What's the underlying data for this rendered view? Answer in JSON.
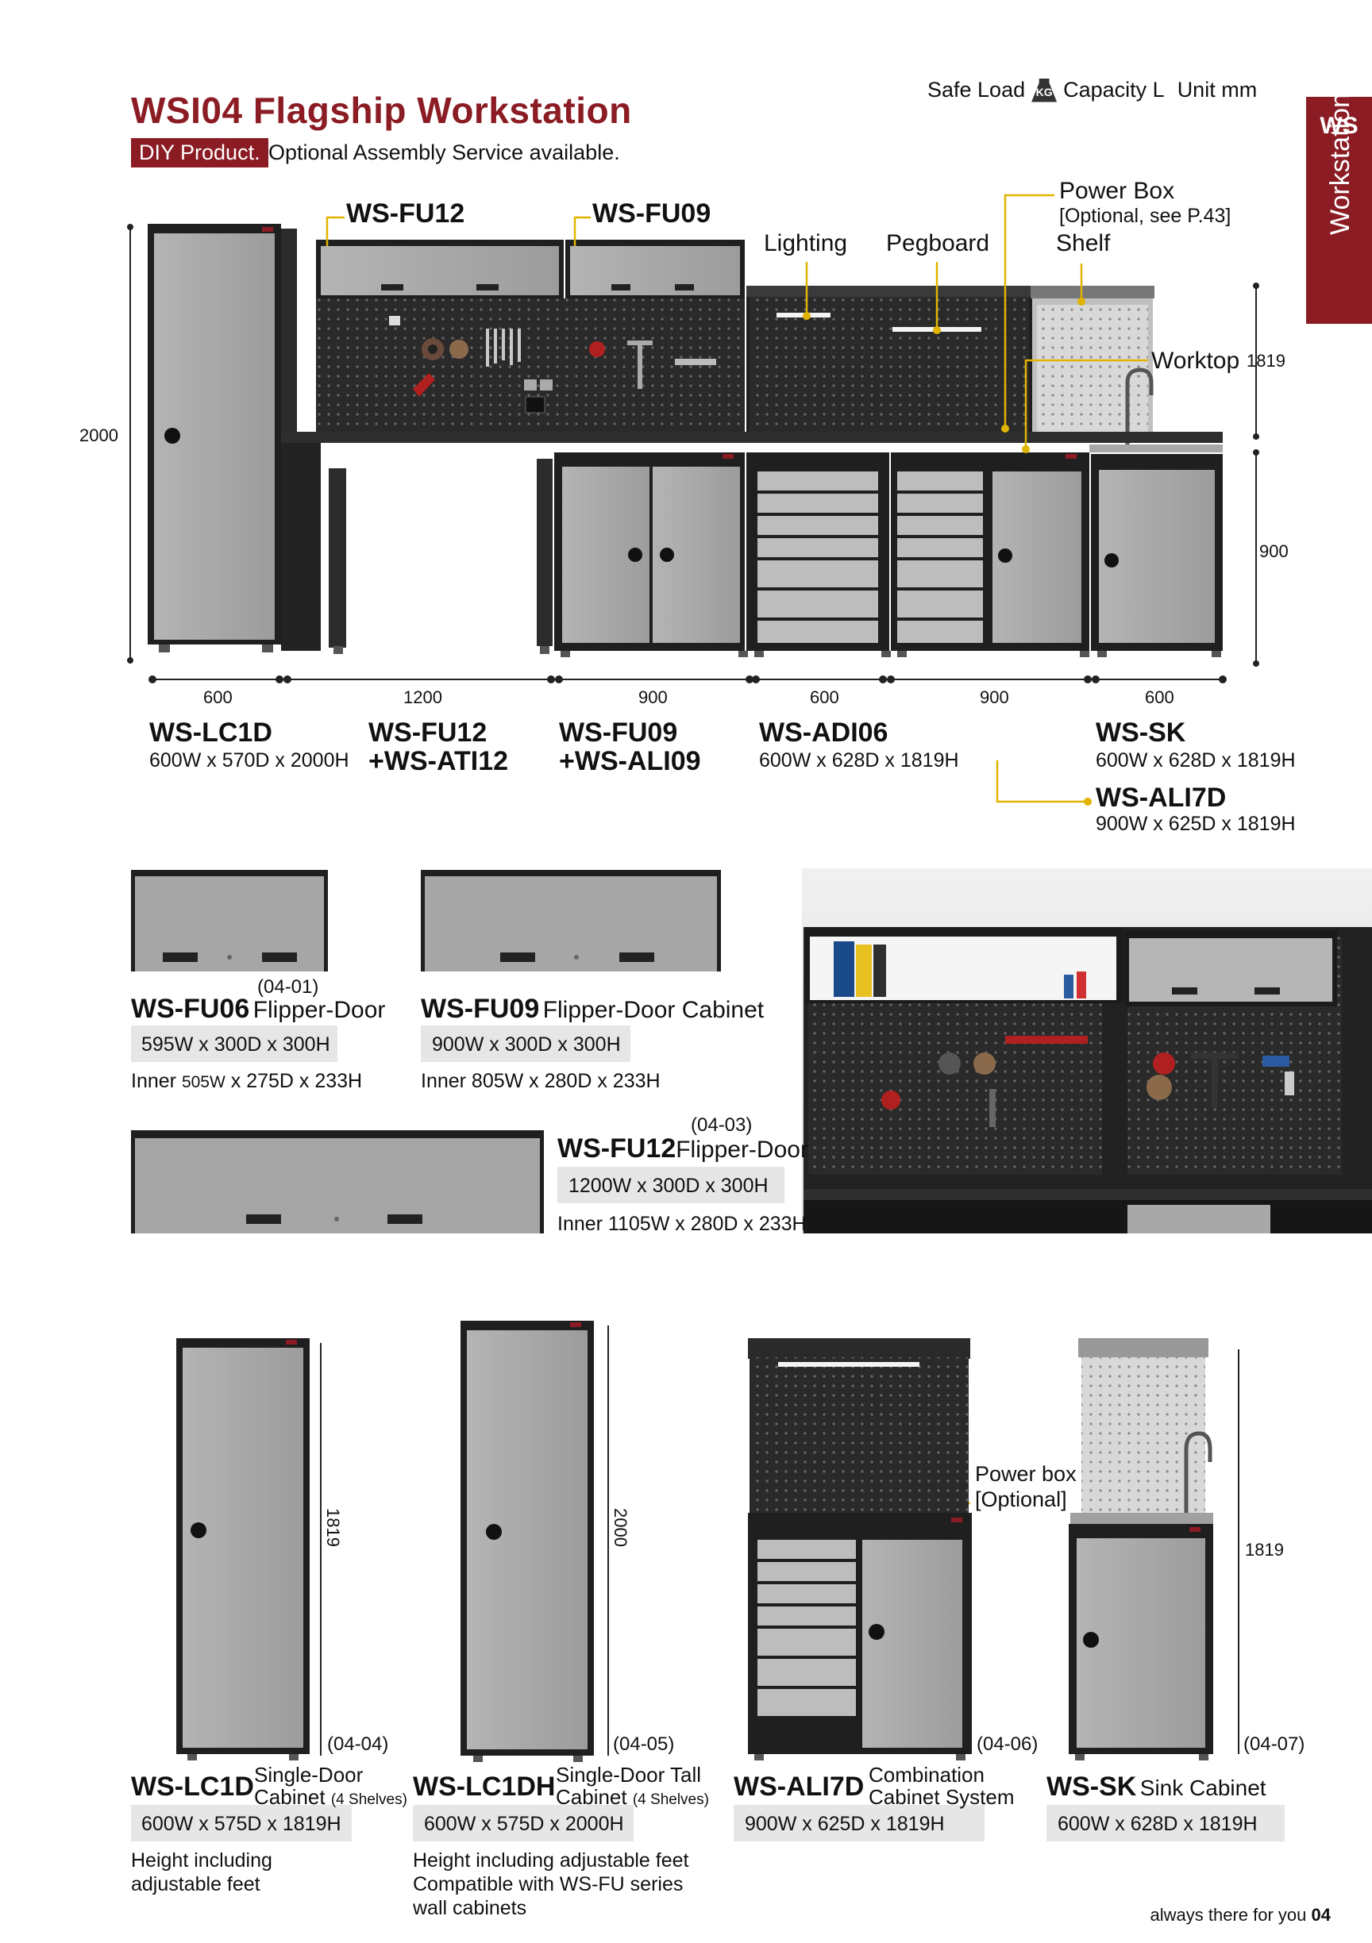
{
  "header": {
    "title": "WSI04 Flagship Workstation",
    "diy_badge": "DIY Product.",
    "diy_note": "Optional Assembly Service available.",
    "safe_load": "Safe Load",
    "kg_icon_text": "KG",
    "capacity": "Capacity L",
    "unit": "Unit mm"
  },
  "side_tab": {
    "code": "WS",
    "label": "Workstation"
  },
  "hero": {
    "callouts": {
      "fu12": "WS-FU12",
      "fu09": "WS-FU09",
      "lighting": "Lighting",
      "pegboard": "Pegboard",
      "power_box": "Power Box",
      "power_box_note": "[Optional, see P.43]",
      "shelf": "Shelf",
      "worktop": "Worktop"
    },
    "heights": {
      "left": "2000",
      "right_top": "1819",
      "right_base": "900"
    },
    "widths": [
      "600",
      "1200",
      "900",
      "600",
      "900",
      "600"
    ],
    "models": {
      "lc1d": {
        "code": "WS-LC1D",
        "spec": "600W x 570D x 2000H"
      },
      "fu12": {
        "line1": "WS-FU12",
        "line2": "+WS-ATI12"
      },
      "fu09": {
        "line1": "WS-FU09",
        "line2": "+WS-ALI09"
      },
      "adi06": {
        "code": "WS-ADI06",
        "spec": "600W x 628D x 1819H"
      },
      "sk": {
        "code": "WS-SK",
        "spec": "600W x 628D x 1819H"
      },
      "ali7d": {
        "code": "WS-ALI7D",
        "spec": "900W x 625D x 1819H"
      }
    }
  },
  "wall_units": {
    "fu06": {
      "ref": "(04-01)",
      "code": "WS-FU06",
      "name": "Flipper-Door",
      "outer": "595W x 300D x 300H",
      "inner_a": "Inner ",
      "inner_b": "505W",
      "inner_c": " x 275D x 233H"
    },
    "fu09": {
      "code": "WS-FU09",
      "name": "Flipper-Door Cabinet",
      "outer": "900W x 300D x 300H",
      "inner": "Inner 805W x 280D x 233H"
    },
    "fu12": {
      "ref": "(04-03)",
      "code": "WS-FU12",
      "name": "Flipper-Door",
      "outer": "1200W x 300D x 300H",
      "inner": "Inner 1105W x 280D x 233H"
    }
  },
  "cabinets": {
    "lc1d": {
      "ref": "(04-04)",
      "height": "1819",
      "code": "WS-LC1D",
      "name1": "Single-Door",
      "name2": "Cabinet",
      "shelves": "(4 Shelves)",
      "spec": "600W x 575D x 1819H",
      "note1": "Height including",
      "note2": "adjustable feet"
    },
    "lc1dh": {
      "ref": "(04-05)",
      "height": "2000",
      "code": "WS-LC1DH",
      "name1": "Single-Door Tall",
      "name2": "Cabinet",
      "shelves": "(4 Shelves)",
      "spec": "600W x 575D x 2000H",
      "note1": "Height including adjustable feet",
      "note2": "Compatible with WS-FU series",
      "note3": "wall cabinets"
    },
    "ali7d": {
      "ref": "(04-06)",
      "code": "WS-ALI7D",
      "name1": "Combination",
      "name2": "Cabinet System",
      "spec": "900W x 625D x 1819H",
      "power1": "Power box",
      "power2": "[Optional]"
    },
    "sk": {
      "ref": "(04-07)",
      "height": "1819",
      "code": "WS-SK",
      "name": "Sink Cabinet",
      "spec": "600W x 628D x 1819H"
    }
  },
  "footer": {
    "slogan": "always there for you",
    "page": "04"
  },
  "colors": {
    "brand": "#8b1c24",
    "callout_line": "#e0b400",
    "cabinet_grey": "#a9a9a9",
    "cabinet_frame": "#1f1f1f"
  }
}
